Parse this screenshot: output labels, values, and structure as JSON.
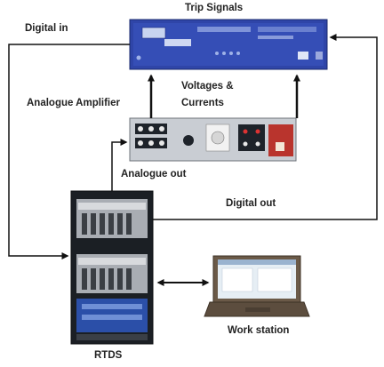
{
  "labels": {
    "trip_signals": "Trip Signals",
    "digital_in": "Digital in",
    "analogue_amplifier": "Analogue Amplifier",
    "voltages_currents_line1": "Voltages &",
    "voltages_currents_line2": "Currents",
    "analogue_out": "Analogue out",
    "digital_out": "Digital out",
    "work_station": "Work station",
    "rtds": "RTDS"
  },
  "colors": {
    "arrow": "#111111",
    "relay_body": "#2f45a8",
    "amplifier_body": "#c9cdd3",
    "rack_body": "#1b1f24",
    "laptop_body": "#6b5a48",
    "laptop_screen": "#e6eef4"
  },
  "components": {
    "relay_icon": "protection-relay",
    "amplifier_icon": "analogue-amplifier",
    "rtds_icon": "rtds-rack",
    "workstation_icon": "laptop"
  }
}
